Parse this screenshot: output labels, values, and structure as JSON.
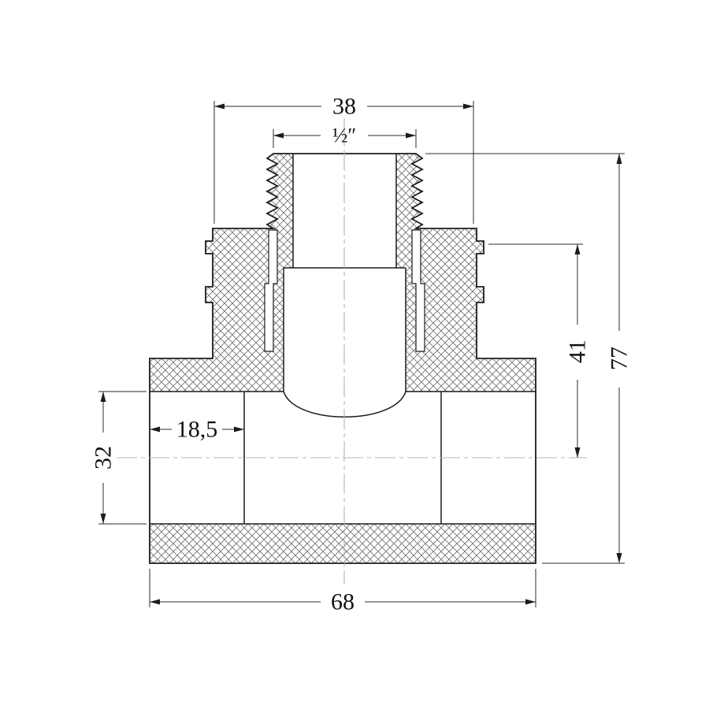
{
  "drawing": {
    "subject": "threaded-tee-pipe-fitting-cross-section",
    "dimensions": {
      "top_width": "38",
      "thread_size": "½″",
      "branch_height": "41",
      "overall_height": "77",
      "socket_depth": "18,5",
      "bore_diameter": "32",
      "overall_width": "68"
    },
    "colors": {
      "background": "#ffffff",
      "line": "#1c1c1c",
      "hatch": "#6b6b6b",
      "centerline": "#b5b5b5"
    }
  }
}
